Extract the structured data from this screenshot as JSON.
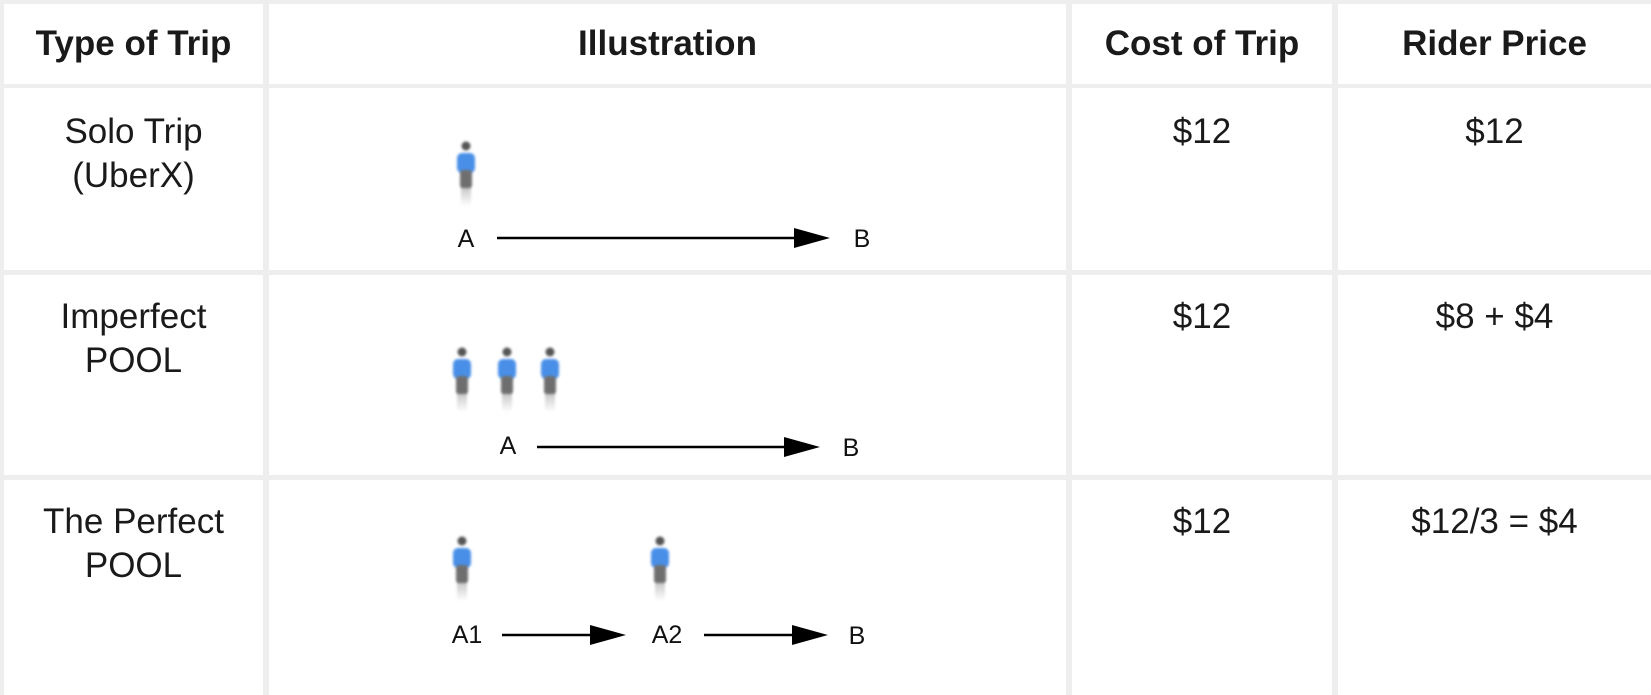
{
  "headers": {
    "type": "Type of Trip",
    "illustration": "Illustration",
    "cost": "Cost of Trip",
    "price": "Rider Price"
  },
  "rows": [
    {
      "type_lines": [
        "Solo Trip",
        "(UberX)"
      ],
      "cost": "$12",
      "price": "$12",
      "illustration": {
        "riders": 1,
        "points": [
          "A",
          "B"
        ]
      }
    },
    {
      "type_lines": [
        "Imperfect",
        "POOL"
      ],
      "cost": "$12",
      "price": "$8 + $4",
      "illustration": {
        "riders": 3,
        "points": [
          "A",
          "B"
        ]
      }
    },
    {
      "type_lines": [
        "The Perfect",
        "POOL"
      ],
      "cost": "$12",
      "price": "$12/3 = $4",
      "illustration": {
        "riders": 2,
        "points": [
          "A1",
          "A2",
          "B"
        ]
      }
    }
  ],
  "colors": {
    "rider_shirt": "#4a8fe8",
    "rider_body": "#6e6e6e",
    "arrow": "#000000",
    "grid_line": "#eeeeee"
  },
  "icons": {
    "rider": "person-icon",
    "route": "arrow-right-icon"
  }
}
